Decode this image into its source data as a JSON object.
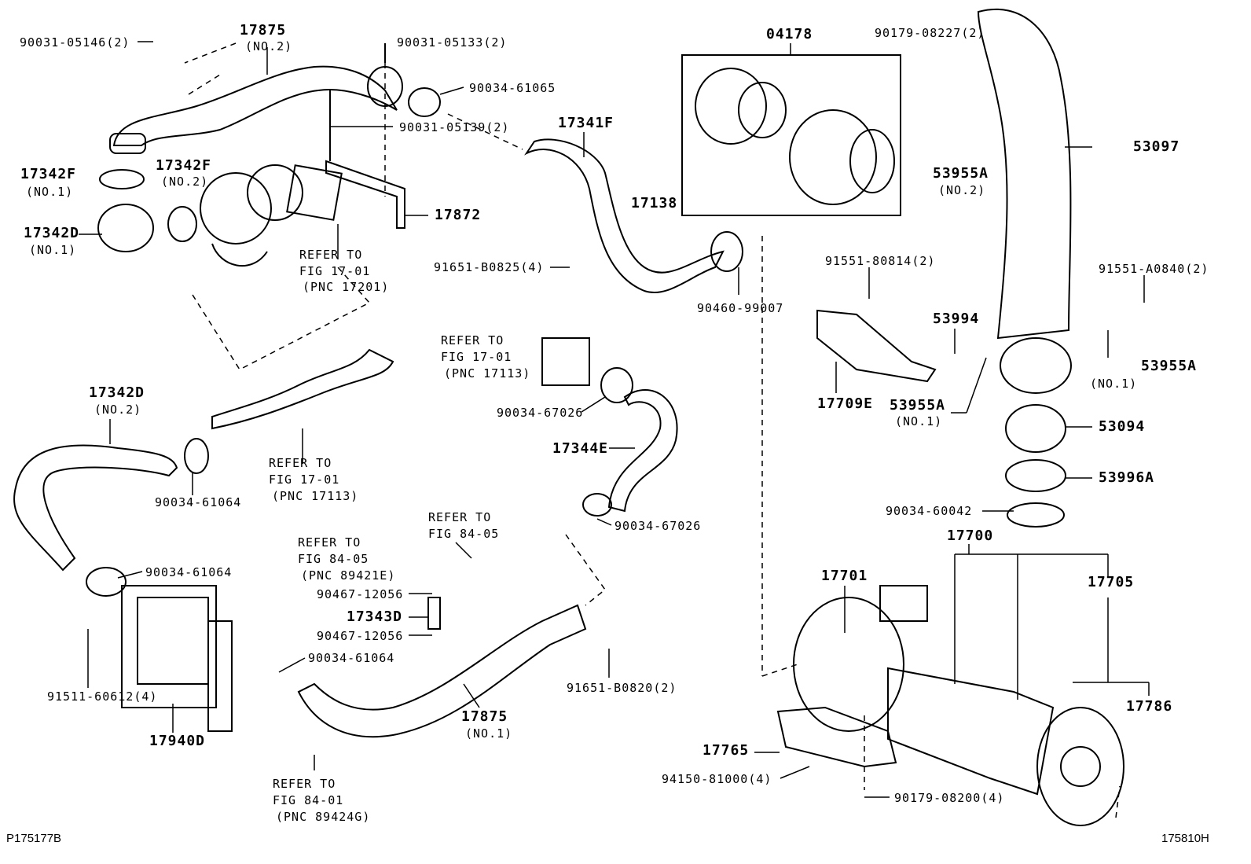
{
  "diagram_id_left": "P175177B",
  "diagram_id_right": "175810H",
  "labels": [
    "90031-05146(2)",
    "17875",
    "(NO.2)",
    "90031-05133(2)",
    "90034-61065",
    "90031-05139(2)",
    "04178",
    "90179-08227(2)",
    "17341F",
    "53097",
    "17342F",
    "(NO.1)",
    "17342F",
    "(NO.2)",
    "53955A",
    "(NO.2)",
    "17872",
    "17138",
    "17342D",
    "(NO.1)",
    "REFER TO",
    "FIG 17-01",
    "(PNC 17201)",
    "91651-B0825(4)",
    "91551-80814(2)",
    "91551-A0840(2)",
    "90460-99007",
    "53994",
    "REFER TO",
    "FIG 17-01",
    "(PNC 17113)",
    "53955A",
    "(NO.1)",
    "17342D",
    "(NO.2)",
    "17709E",
    "53955A",
    "(NO.1)",
    "90034-67026",
    "53094",
    "17344E",
    "REFER TO",
    "FIG 17-01",
    "(PNC 17113)",
    "53996A",
    "90034-61064",
    "90034-60042",
    "REFER TO",
    "FIG 84-05",
    "90034-67026",
    "17700",
    "REFER TO",
    "FIG 84-05",
    "(PNC 89421E)",
    "90034-61064",
    "17701",
    "17705",
    "90467-12056",
    "17343D",
    "90467-12056",
    "90034-61064",
    "91511-60612(4)",
    "91651-B0820(2)",
    "17786",
    "17875",
    "(NO.1)",
    "17940D",
    "17765",
    "94150-81000(4)",
    "REFER TO",
    "FIG 84-01",
    "(PNC 89424G)",
    "90179-08200(4)"
  ]
}
